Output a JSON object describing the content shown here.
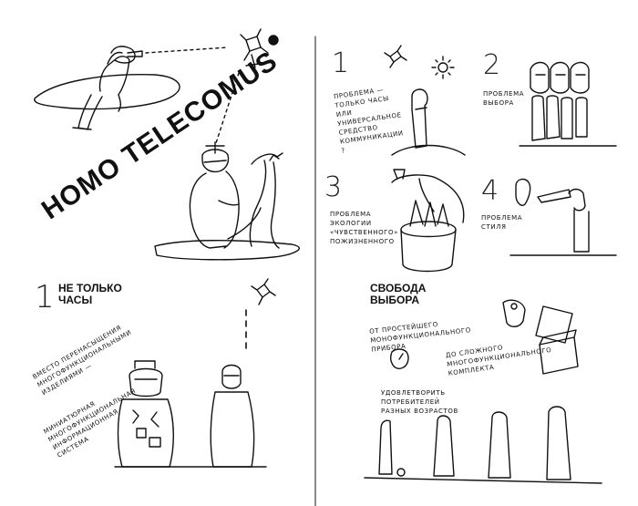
{
  "title": "HOMO TELECOMUS",
  "panel_top_right": {
    "items": [
      {
        "num": "1",
        "text": "ПРОБЛЕМА — ТОЛЬКО ЧАСЫ ИЛИ УНИВЕРСАЛЬНОЕ СРЕДСТВО КОММУНИКАЦИИ ?"
      },
      {
        "num": "2",
        "text": "ПРОБЛЕМА ВЫБОРА"
      },
      {
        "num": "3",
        "text": "ПРОБЛЕМА ЭКОЛОГИИ «ЧУВСТВЕННОГО» ПОЖИЗНЕННОГО"
      },
      {
        "num": "4",
        "text": "ПРОБЛЕМА СТИЛЯ"
      }
    ]
  },
  "panel_bottom_left": {
    "num": "1",
    "heading": "НЕ ТОЛЬКО ЧАСЫ",
    "text_a": "ВМЕСТО ПЕРЕНАСЫЩЕНИЯ МНОГОФУНКЦИОНАЛЬНЫМИ ИЗДЕЛИЯМИ —",
    "text_b": "МИНИАТЮРНАЯ МНОГОФУНКЦИОНАЛЬНАЯ ИНФОРМАЦИОННАЯ СИСТЕМА"
  },
  "panel_bottom_right": {
    "heading": "СВОБОДА ВЫБОРА",
    "text_a": "ОТ ПРОСТЕЙШЕГО МОНОФУНКЦИОНАЛЬНОГО ПРИБОРА",
    "text_b": "ДО СЛОЖНОГО МНОГОФУНКЦИОНАЛЬНОГО КОМПЛЕКТА",
    "text_c": "УДОВЛЕТВОРИТЬ ПОТРЕБИТЕЛЕЙ РАЗНЫХ ВОЗРАСТОВ"
  }
}
